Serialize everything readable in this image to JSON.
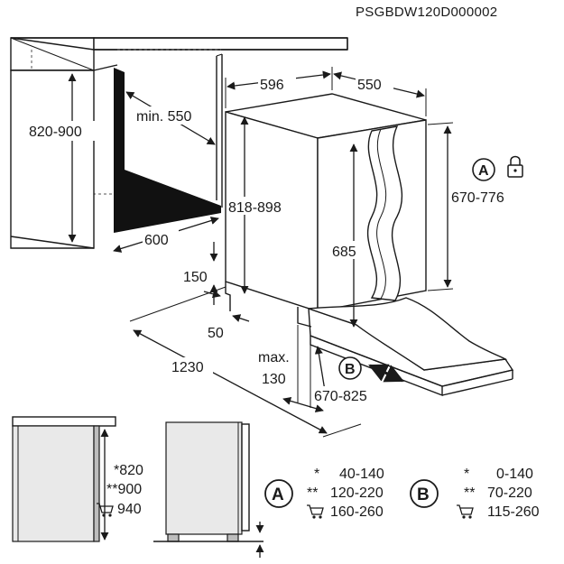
{
  "document_code": "PSGBDW120D000002",
  "dimensions": {
    "niche_height": "820-900",
    "min_depth": "min. 550",
    "niche_width": "600",
    "appliance_width": "596",
    "appliance_depth": "550",
    "appliance_height": "818-898",
    "door_panel_height": "670-776",
    "door_inner_height": "685",
    "plinth_150": "150",
    "plinth_50": "50",
    "total_depth": "1230",
    "max_label": "max.",
    "max_value": "130",
    "door_opening": "670-825"
  },
  "markers": {
    "a": "A",
    "b": "B"
  },
  "side_heights": {
    "h1": "*820",
    "h2": "**900",
    "h3": "940"
  },
  "table_a": {
    "rows": [
      {
        "mark": "*",
        "value": "40-140"
      },
      {
        "mark": "**",
        "value": "120-220"
      },
      {
        "mark": "",
        "value": "160-260"
      }
    ]
  },
  "table_b": {
    "rows": [
      {
        "mark": "*",
        "value": "0-140"
      },
      {
        "mark": "**",
        "value": "70-220"
      },
      {
        "mark": "",
        "value": "115-260"
      }
    ]
  },
  "icons": [
    "lock-icon",
    "basket-icon"
  ]
}
